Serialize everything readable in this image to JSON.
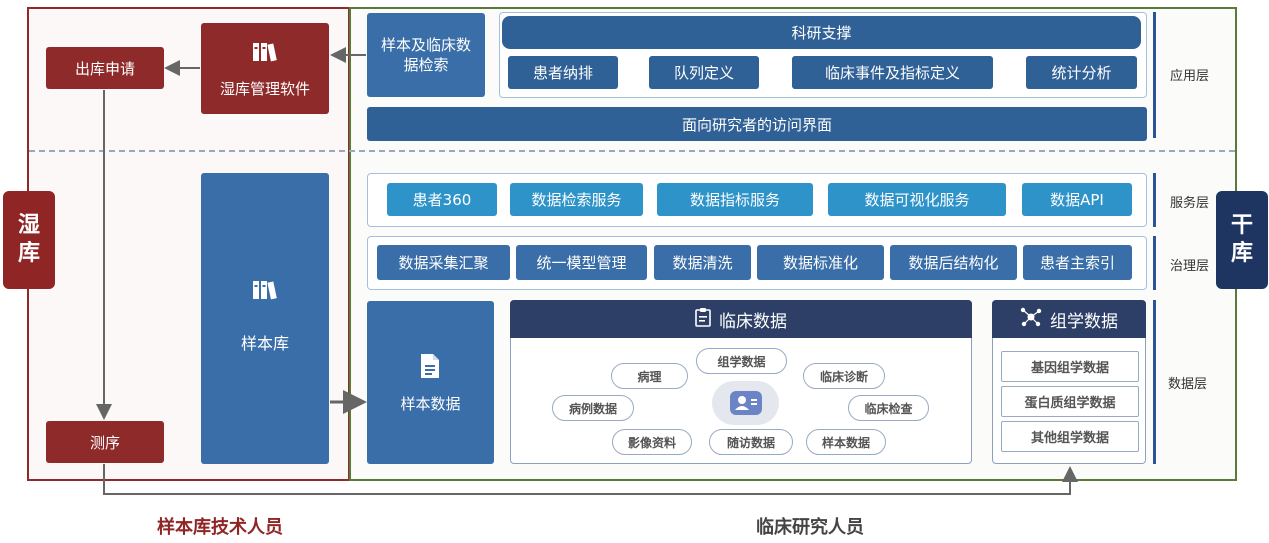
{
  "sides": {
    "wet": "湿库",
    "dry": "干库"
  },
  "wet": {
    "outbound": "出库申请",
    "software": "湿库管理软件",
    "sequencing": "测序",
    "biobank": "样本库"
  },
  "app": {
    "search": "样本及临床数据检索",
    "support": "科研支撑",
    "features": [
      "患者纳排",
      "队列定义",
      "临床事件及指标定义",
      "统计分析"
    ],
    "interface": "面向研究者的访问界面",
    "label": "应用层"
  },
  "service": {
    "items": [
      "患者360",
      "数据检索服务",
      "数据指标服务",
      "数据可视化服务",
      "数据API"
    ],
    "label": "服务层"
  },
  "governance": {
    "items": [
      "数据采集汇聚",
      "统一模型管理",
      "数据清洗",
      "数据标准化",
      "数据后结构化",
      "患者主索引"
    ],
    "label": "治理层"
  },
  "data": {
    "sample": "样本数据",
    "clinical_title": "临床数据",
    "clinical_items": [
      "组学数据",
      "病理",
      "临床诊断",
      "病例数据",
      "临床检查",
      "影像资料",
      "随访数据",
      "样本数据"
    ],
    "omics_title": "组学数据",
    "omics_items": [
      "基因组学数据",
      "蛋白质组学数据",
      "其他组学数据"
    ],
    "label": "数据层"
  },
  "footer": {
    "left": "样本库技术人员",
    "right": "临床研究人员"
  },
  "colors": {
    "wet": "#8f2a2a",
    "dry": "#1e3562",
    "blue": "#3a6ea8",
    "cyan": "#2e93c9",
    "dark_header": "#2d3f66"
  },
  "icons": [
    "books-icon",
    "document-icon",
    "clipboard-icon",
    "molecule-icon",
    "patient-icon"
  ]
}
